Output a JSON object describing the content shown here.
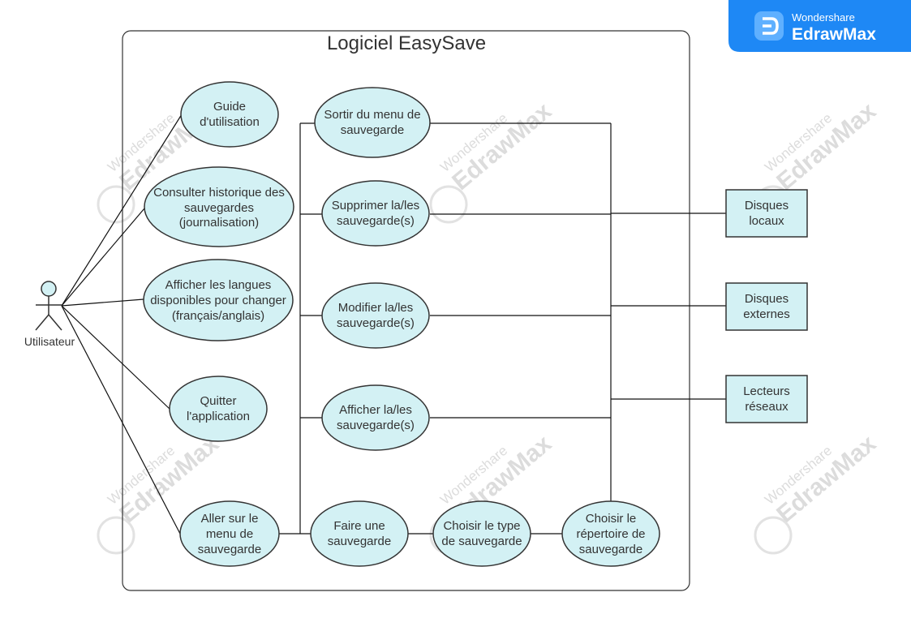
{
  "diagram": {
    "title": "Logiciel EasySave",
    "actor": "Utilisateur",
    "use_cases": {
      "guide": [
        "Guide",
        "d'utilisation"
      ],
      "historique": [
        "Consulter historique des",
        "sauvegardes",
        "(journalisation)"
      ],
      "langues": [
        "Afficher les langues",
        "disponibles pour changer",
        "(français/anglais)"
      ],
      "quitter": [
        "Quitter",
        "l'application"
      ],
      "menu": [
        "Aller sur le",
        "menu de",
        "sauvegarde"
      ],
      "sortir": [
        "Sortir du menu de",
        "sauvegarde"
      ],
      "supprimer": [
        "Supprimer la/les",
        "sauvegarde(s)"
      ],
      "modifier": [
        "Modifier la/les",
        "sauvegarde(s)"
      ],
      "afficher": [
        "Afficher la/les",
        "sauvegarde(s)"
      ],
      "faire": [
        "Faire une",
        "sauvegarde"
      ],
      "type": [
        "Choisir le type",
        "de sauvegarde"
      ],
      "repertoire": [
        "Choisir le",
        "répertoire de",
        "sauvegarde"
      ]
    },
    "externals": {
      "locaux": [
        "Disques",
        "locaux"
      ],
      "externes": [
        "Disques",
        "externes"
      ],
      "reseaux": [
        "Lecteurs",
        "réseaux"
      ]
    }
  },
  "watermark": {
    "brand_top": "Wondershare",
    "brand_name": "EdrawMax"
  },
  "colors": {
    "node_fill": "#d3f1f4",
    "badge": "#1e88f5"
  }
}
